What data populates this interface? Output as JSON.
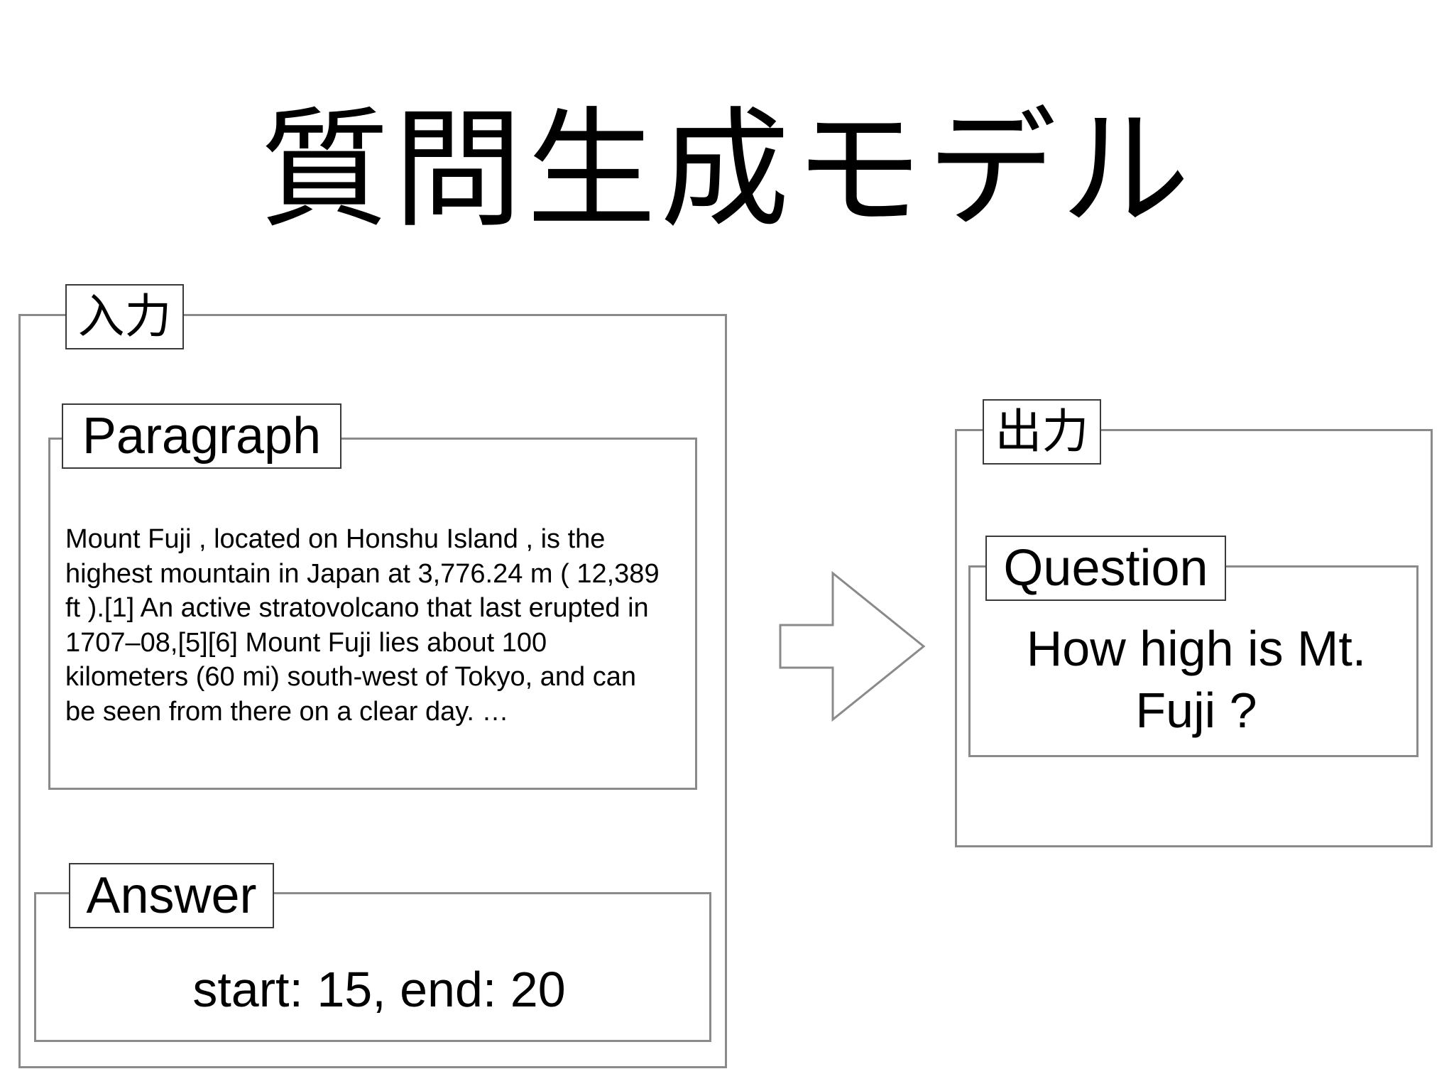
{
  "title": "質問生成モデル",
  "input_panel": {
    "label": "入力",
    "paragraph": {
      "label": "Paragraph",
      "lines": [
        "Mount Fuji , located on Honshu Island , is the",
        "highest mountain in Japan at 3,776.24 m ( 12,389",
        "ft ).[1] An active stratovolcano that last erupted in",
        "1707–08,[5][6] Mount Fuji lies about 100",
        "kilometers (60 mi) south-west of Tokyo, and can",
        "be seen from there on a clear day. …"
      ]
    },
    "answer": {
      "label": "Answer",
      "value": "start: 15, end: 20"
    }
  },
  "output_panel": {
    "label": "出力",
    "question": {
      "label": "Question",
      "lines": [
        "How high is Mt.",
        "Fuji ?"
      ]
    }
  },
  "colors": {
    "frame": "#8a8a8a",
    "tag_border": "#3a3a3a",
    "arrow": "#8a8a8a"
  },
  "icons": {
    "flow_arrow": "right-arrow-icon"
  }
}
